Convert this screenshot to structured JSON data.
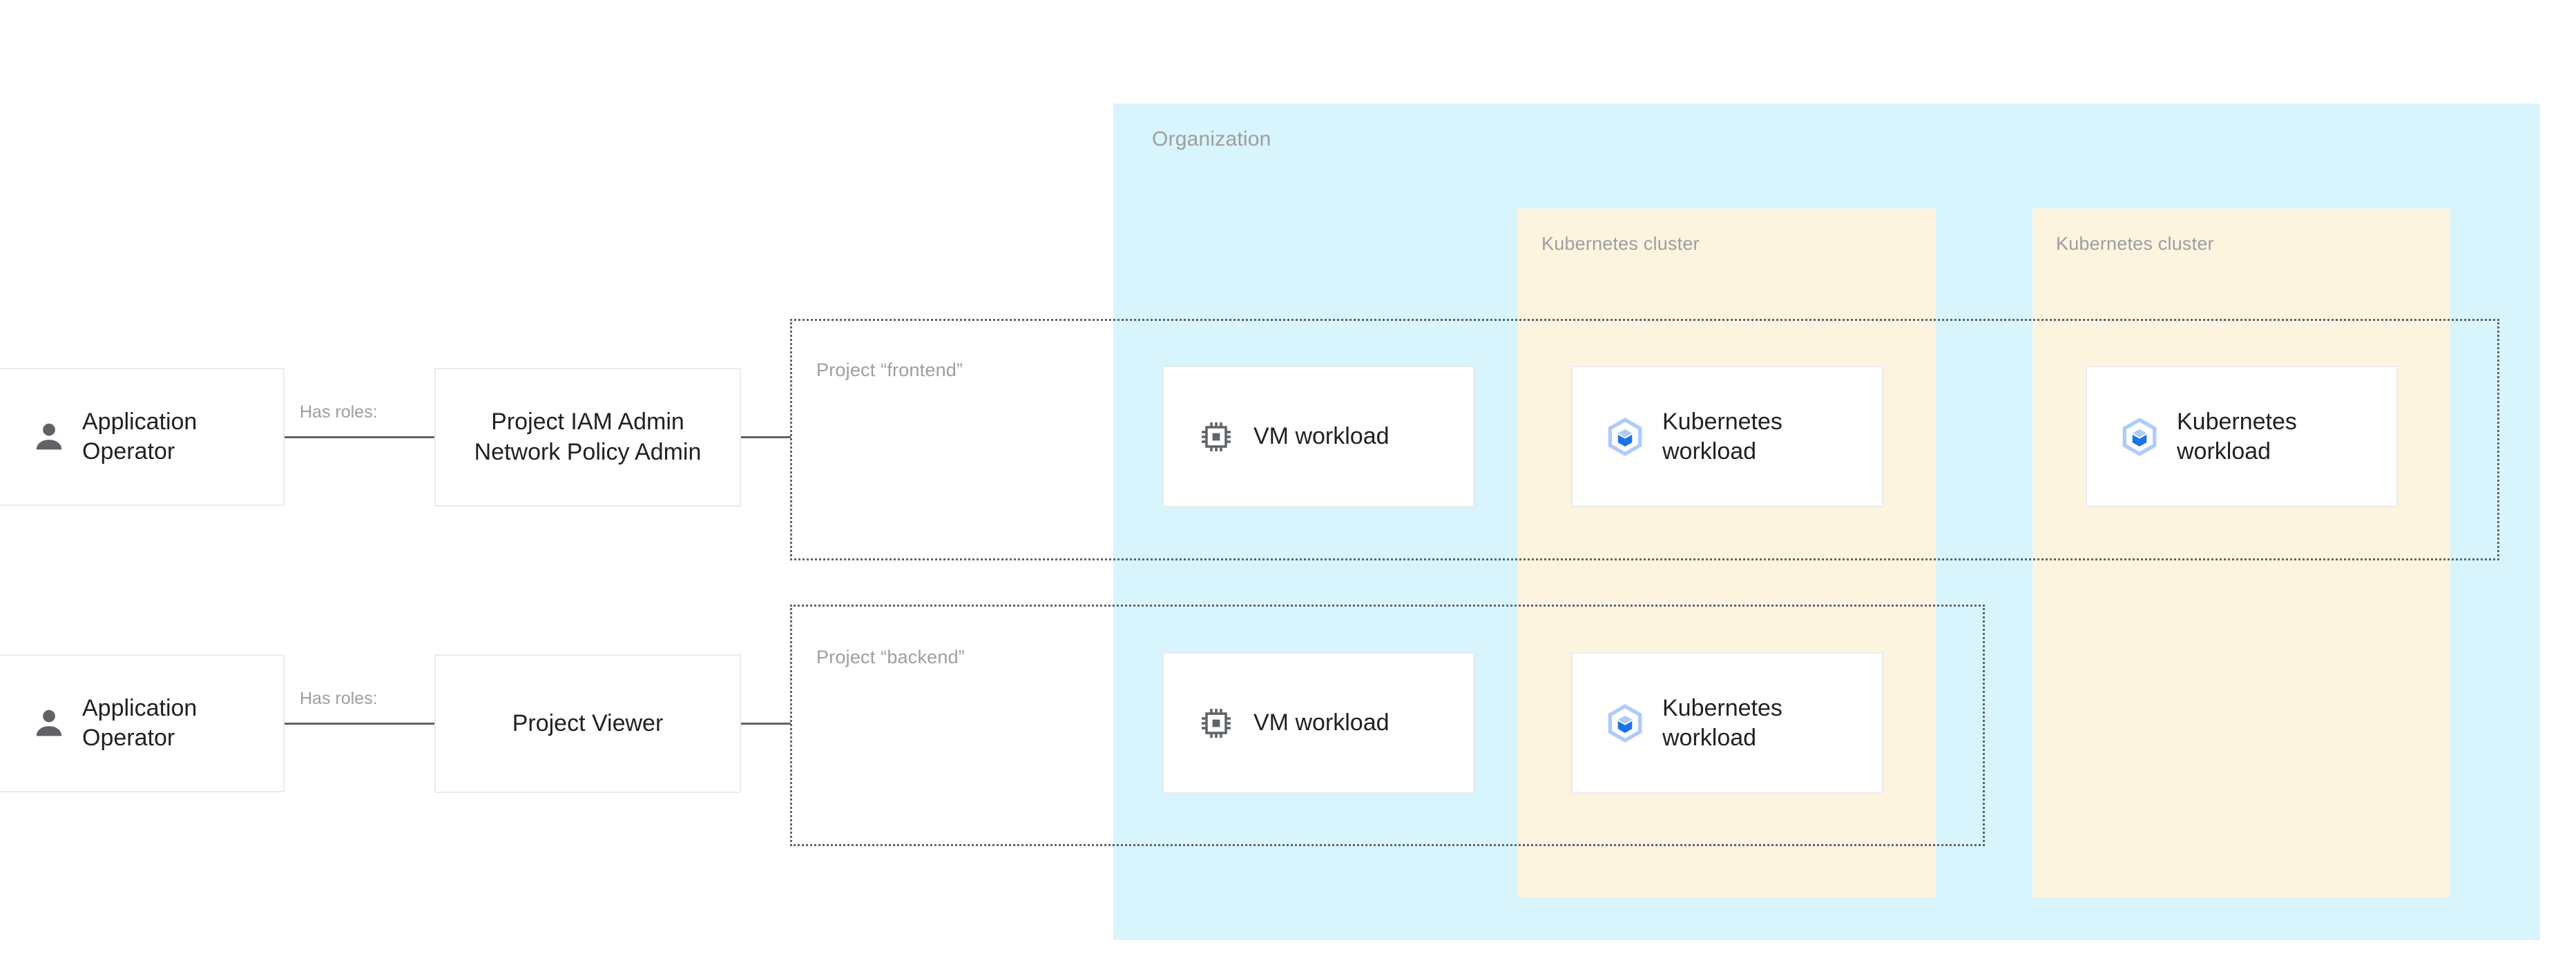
{
  "diagram": {
    "organization": {
      "label": "Organization",
      "color": "#d8f4fc"
    },
    "clusters": [
      {
        "label": "Kubernetes cluster",
        "color": "#fdf4e0"
      },
      {
        "label": "Kubernetes cluster",
        "color": "#fdf4e0"
      }
    ],
    "projects": [
      {
        "label": "Project “frontend”"
      },
      {
        "label": "Project “backend”"
      }
    ],
    "actors": [
      {
        "label": "Application Operator",
        "icon": "person-icon"
      },
      {
        "label": "Application Operator",
        "icon": "person-icon"
      }
    ],
    "relations": [
      {
        "label": "Has roles:"
      },
      {
        "label": "Has roles:"
      }
    ],
    "roles": [
      {
        "label": "Project IAM Admin Network Policy Admin"
      },
      {
        "label": "Project Viewer"
      }
    ],
    "workloads": {
      "vm_label": "VM workload",
      "vm_icon": "cpu-chip-icon",
      "k8s_label": "Kubernetes workload",
      "k8s_icon": "kubernetes-hexagon-icon"
    },
    "cards": [
      {
        "id": "vm-front",
        "label": "VM workload",
        "icon": "cpu-chip-icon"
      },
      {
        "id": "k8s-front",
        "label": "Kubernetes workload",
        "icon": "kubernetes-hexagon-icon"
      },
      {
        "id": "k8s-front2",
        "label": "Kubernetes workload",
        "icon": "kubernetes-hexagon-icon"
      },
      {
        "id": "vm-back",
        "label": "VM workload",
        "icon": "cpu-chip-icon"
      },
      {
        "id": "k8s-back",
        "label": "Kubernetes workload",
        "icon": "kubernetes-hexagon-icon"
      }
    ],
    "colors": {
      "organization_fill": "#d8f4fc",
      "cluster_fill": "#fdf4e0",
      "card_border": "#ebebeb",
      "muted_text": "#9e9e9e",
      "body_text": "#202124",
      "line": "#5f6368",
      "k8s_blue": "#1a73e8",
      "k8s_blue_light": "#aecbfa"
    }
  }
}
